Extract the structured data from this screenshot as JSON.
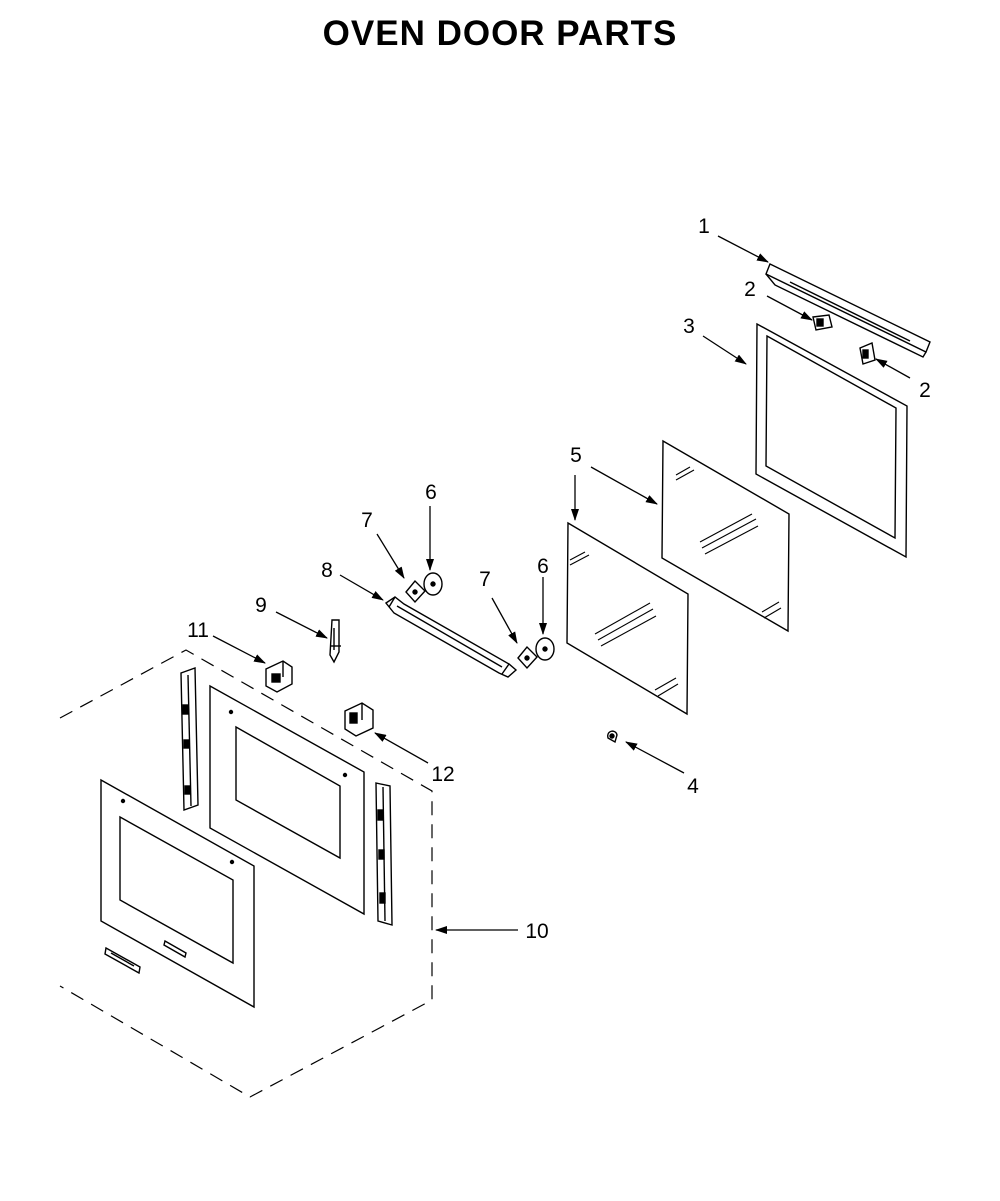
{
  "title": "OVEN DOOR PARTS",
  "callouts": [
    {
      "id": "c1",
      "label": "1"
    },
    {
      "id": "c2a",
      "label": "2"
    },
    {
      "id": "c2b",
      "label": "2"
    },
    {
      "id": "c3",
      "label": "3"
    },
    {
      "id": "c4",
      "label": "4"
    },
    {
      "id": "c5",
      "label": "5"
    },
    {
      "id": "c6a",
      "label": "6"
    },
    {
      "id": "c6b",
      "label": "6"
    },
    {
      "id": "c7a",
      "label": "7"
    },
    {
      "id": "c7b",
      "label": "7"
    },
    {
      "id": "c8",
      "label": "8"
    },
    {
      "id": "c9",
      "label": "9"
    },
    {
      "id": "c10",
      "label": "10"
    },
    {
      "id": "c11",
      "label": "11"
    },
    {
      "id": "c12",
      "label": "12"
    }
  ]
}
